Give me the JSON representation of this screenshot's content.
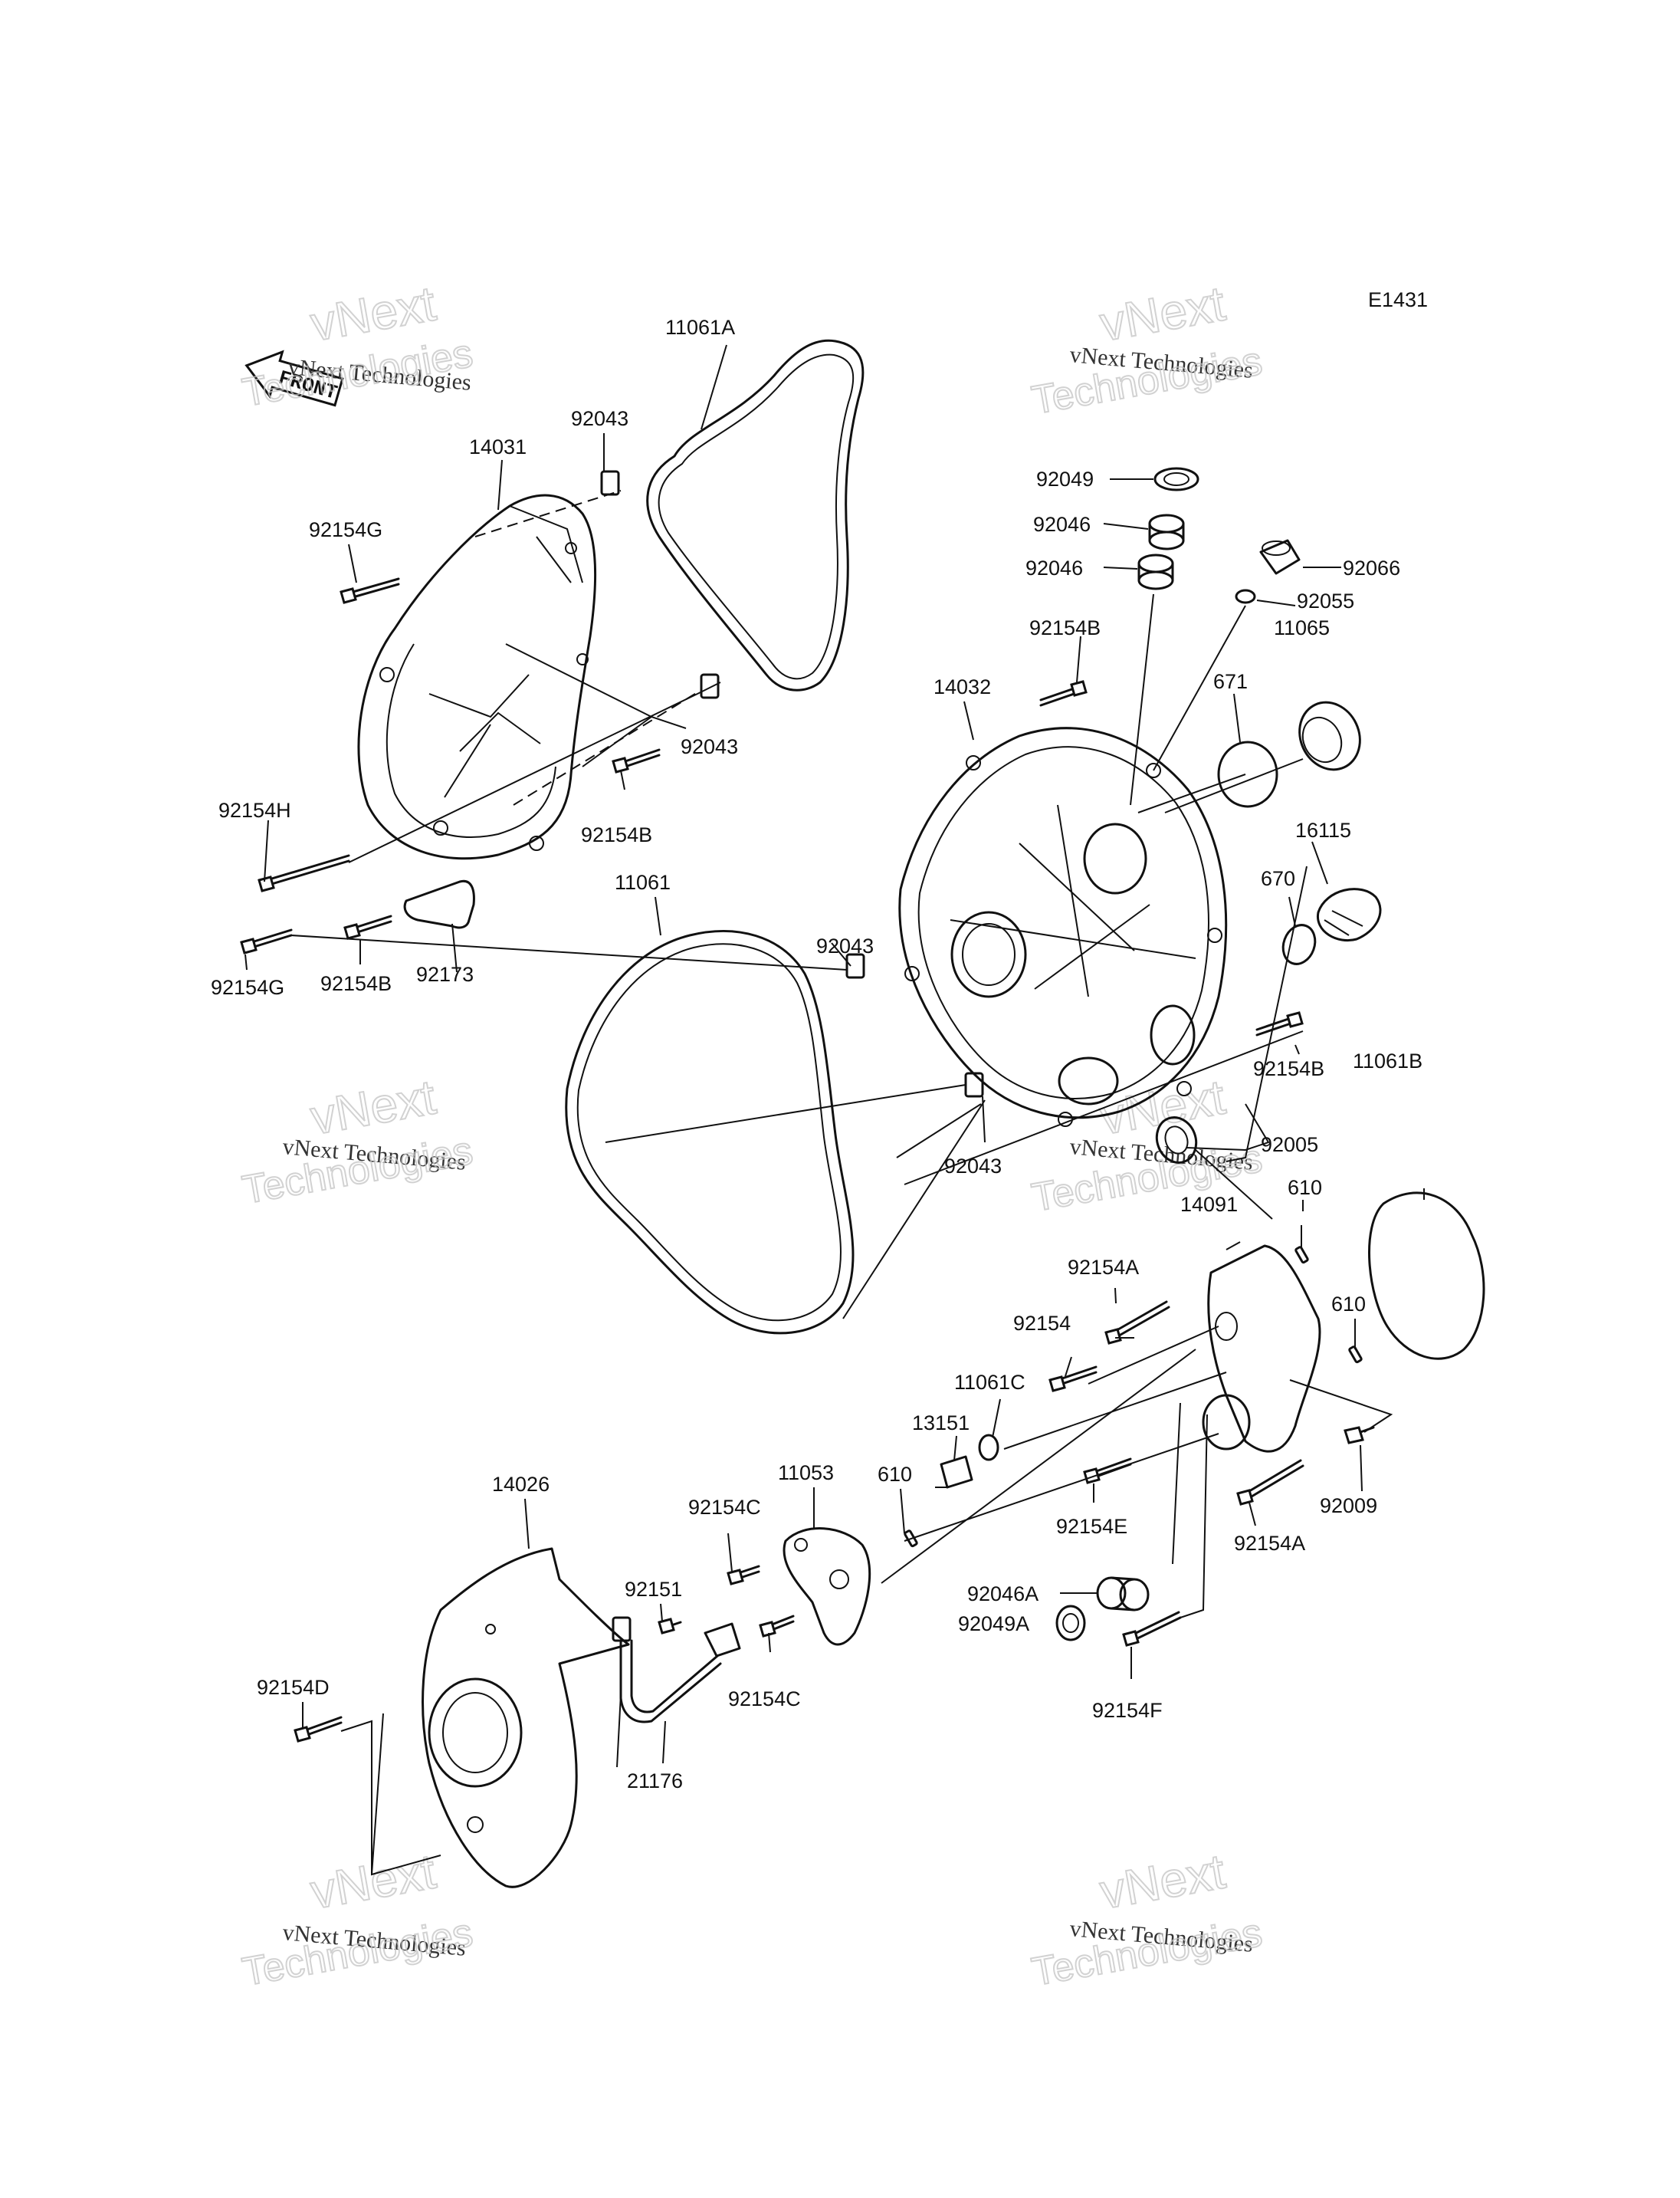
{
  "diagram_code": "E1431",
  "front_marker": "FRONT",
  "watermark": {
    "line1": "vNext",
    "line2": "vNext Technologies",
    "line3": "Technologies"
  },
  "labels": [
    {
      "id": "l-11061a",
      "text": "11061A"
    },
    {
      "id": "l-92043-a",
      "text": "92043"
    },
    {
      "id": "l-14031",
      "text": "14031"
    },
    {
      "id": "l-92154g-a",
      "text": "92154G"
    },
    {
      "id": "l-92043-b",
      "text": "92043"
    },
    {
      "id": "l-92154b-a",
      "text": "92154B"
    },
    {
      "id": "l-92154h",
      "text": "92154H"
    },
    {
      "id": "l-92154g-b",
      "text": "92154G"
    },
    {
      "id": "l-92154b-b",
      "text": "92154B"
    },
    {
      "id": "l-92173",
      "text": "92173"
    },
    {
      "id": "l-92049-a",
      "text": "92049"
    },
    {
      "id": "l-92046-a",
      "text": "92046"
    },
    {
      "id": "l-92046-b",
      "text": "92046"
    },
    {
      "id": "l-92066",
      "text": "92066"
    },
    {
      "id": "l-92055",
      "text": "92055"
    },
    {
      "id": "l-92154b-c",
      "text": "92154B"
    },
    {
      "id": "l-11065",
      "text": "11065"
    },
    {
      "id": "l-14032",
      "text": "14032"
    },
    {
      "id": "l-671",
      "text": "671"
    },
    {
      "id": "l-16115",
      "text": "16115"
    },
    {
      "id": "l-670",
      "text": "670"
    },
    {
      "id": "l-11061",
      "text": "11061"
    },
    {
      "id": "l-92043-c",
      "text": "92043"
    },
    {
      "id": "l-92154b-d",
      "text": "92154B"
    },
    {
      "id": "l-92043-d",
      "text": "92043"
    },
    {
      "id": "l-92005",
      "text": "92005"
    },
    {
      "id": "l-11061b",
      "text": "11061B"
    },
    {
      "id": "l-14091",
      "text": "14091"
    },
    {
      "id": "l-610-a",
      "text": "610"
    },
    {
      "id": "l-92154a-a",
      "text": "92154A"
    },
    {
      "id": "l-610-b",
      "text": "610"
    },
    {
      "id": "l-92154",
      "text": "92154"
    },
    {
      "id": "l-11061c",
      "text": "11061C"
    },
    {
      "id": "l-13151",
      "text": "13151"
    },
    {
      "id": "l-11053",
      "text": "11053"
    },
    {
      "id": "l-610-c",
      "text": "610"
    },
    {
      "id": "l-92154c-a",
      "text": "92154C"
    },
    {
      "id": "l-92154e",
      "text": "92154E"
    },
    {
      "id": "l-92009",
      "text": "92009"
    },
    {
      "id": "l-92154a-b",
      "text": "92154A"
    },
    {
      "id": "l-14026",
      "text": "14026"
    },
    {
      "id": "l-92151",
      "text": "92151"
    },
    {
      "id": "l-92046a",
      "text": "92046A"
    },
    {
      "id": "l-92049a",
      "text": "92049A"
    },
    {
      "id": "l-92154d",
      "text": "92154D"
    },
    {
      "id": "l-92154c-b",
      "text": "92154C"
    },
    {
      "id": "l-92154f",
      "text": "92154F"
    },
    {
      "id": "l-21176",
      "text": "21176"
    }
  ]
}
